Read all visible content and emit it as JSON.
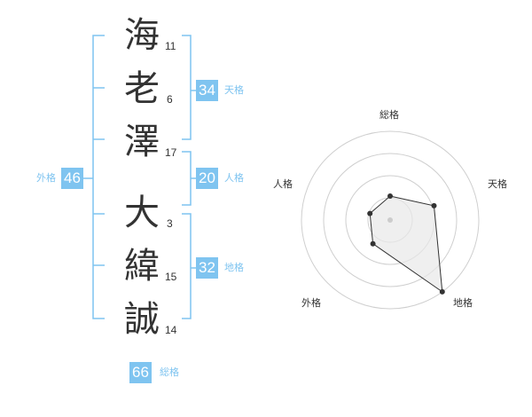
{
  "name": {
    "characters": [
      {
        "char": "海",
        "strokes": "11"
      },
      {
        "char": "老",
        "strokes": "6"
      },
      {
        "char": "澤",
        "strokes": "17"
      },
      {
        "char": "大",
        "strokes": "3"
      },
      {
        "char": "緯",
        "strokes": "15"
      },
      {
        "char": "誠",
        "strokes": "14"
      }
    ]
  },
  "scores": {
    "tenkaku": {
      "value": "34",
      "label": "天格"
    },
    "jinkaku": {
      "value": "20",
      "label": "人格"
    },
    "chikaku": {
      "value": "32",
      "label": "地格"
    },
    "gaikaku": {
      "value": "46",
      "label": "外格"
    },
    "soukaku": {
      "value": "66",
      "label": "総格"
    }
  },
  "chart_data": {
    "type": "radar",
    "axes": [
      "総格",
      "天格",
      "地格",
      "外格",
      "人格"
    ],
    "values": [
      0.27,
      0.52,
      1.0,
      0.33,
      0.24
    ],
    "rings": 4,
    "colors": {
      "ring": "#cfcfcf",
      "fill": "#e8e8e8",
      "line": "#333333",
      "point": "#333333"
    }
  },
  "colors": {
    "accent": "#7fc4f0",
    "text": "#333333"
  }
}
